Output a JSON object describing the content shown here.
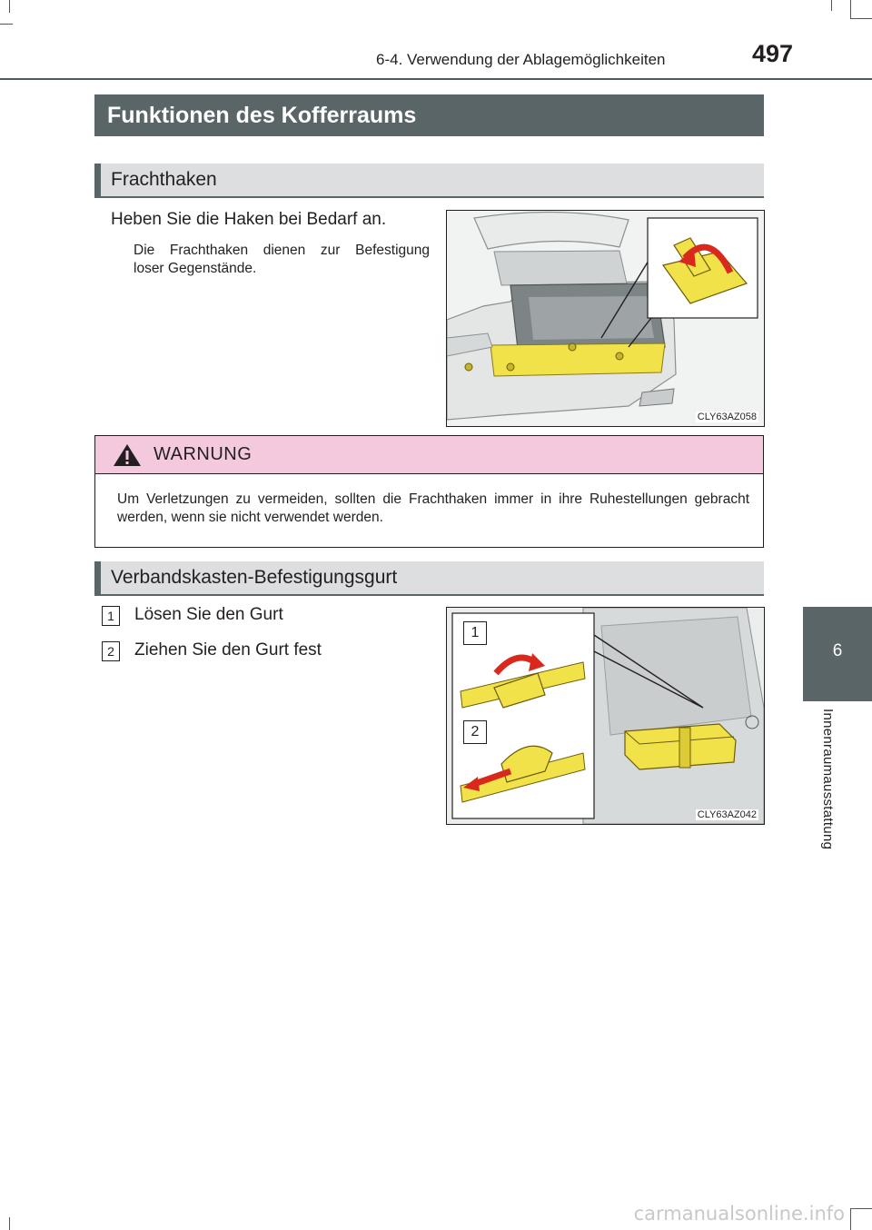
{
  "header": {
    "section": "6-4. Verwendung der Ablagemöglichkeiten",
    "page_number": "497"
  },
  "chapter_tab": {
    "number": "6",
    "label": "Innenraumausstattung"
  },
  "main_title": "Funktionen des Kofferraums",
  "cargo_hooks": {
    "heading": "Frachthaken",
    "lead": "Heben Sie die Haken bei Bedarf an.",
    "description_line1": "Die Frachthaken dienen zur Befestigung",
    "description_line2": "loser Gegenstände.",
    "illustration_code": "CLY63AZ058"
  },
  "warning": {
    "title": "WARNUNG",
    "text": "Um Verletzungen zu vermeiden, sollten die Frachthaken immer in ihre Ruhestellungen gebracht werden, wenn sie nicht verwendet werden."
  },
  "first_aid_strap": {
    "heading": "Verbandskasten-Befestigungsgurt",
    "steps": [
      {
        "num": "1",
        "text": "Lösen Sie den Gurt"
      },
      {
        "num": "2",
        "text": "Ziehen Sie den Gurt fest"
      }
    ],
    "callouts": [
      "1",
      "2"
    ],
    "illustration_code": "CLY63AZ042"
  },
  "watermark": "carmanualsonline.info",
  "colors": {
    "bar_dark": "#5a6568",
    "sub_bar": "#dcdedf",
    "warning_pink": "#f4c9dd",
    "yellow": "#f2e24a",
    "arrow_red": "#d9291c"
  }
}
